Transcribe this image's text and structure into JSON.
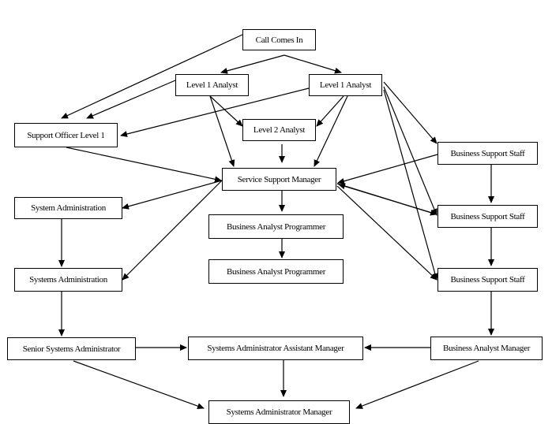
{
  "diagram": {
    "nodes": {
      "call_comes_in": "Call Comes In",
      "level1_analyst_left": "Level 1 Analyst",
      "level1_analyst_right": "Level 1 Analyst",
      "support_officer_level1": "Support Officer Level 1",
      "level2_analyst": "Level 2 Analyst",
      "service_support_manager": "Service Support Manager",
      "business_support_staff_1": "Business Support Staff",
      "business_support_staff_2": "Business Support Staff",
      "business_support_staff_3": "Business Support Staff",
      "system_administration": "System Administration",
      "systems_administration": "Systems Administration",
      "business_analyst_programmer_1": "Business Analyst Programmer",
      "business_analyst_programmer_2": "Business Analyst Programmer",
      "senior_systems_administrator": "Senior Systems Administrator",
      "systems_administrator_assistant_manager": "Systems Administrator Assistant Manager",
      "business_analyst_manager": "Business Analyst Manager",
      "systems_administrator_manager": "Systems Administrator  Manager"
    },
    "line_color": "#000000",
    "box_fill": "#ffffff"
  }
}
